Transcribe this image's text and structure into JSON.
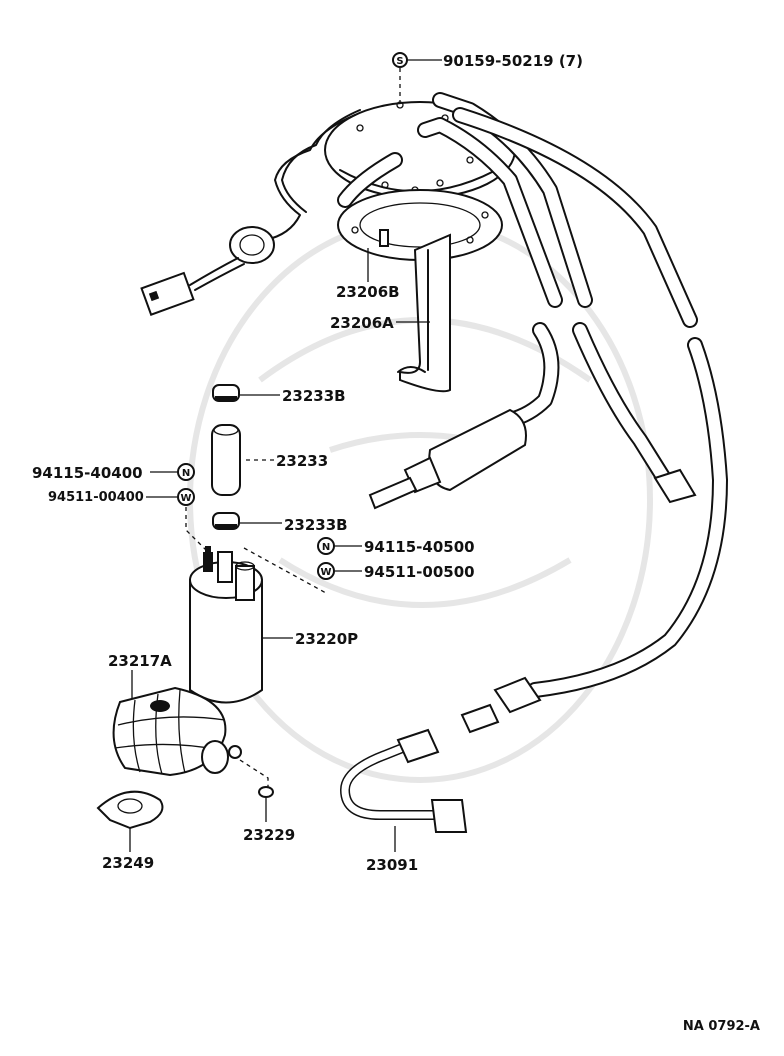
{
  "title": "",
  "catalog_code": "NA 0792-A",
  "callouts": [
    {
      "id": "bolt-90159",
      "text": "90159-50219 (7)",
      "symbol": "S"
    },
    {
      "id": "23206B",
      "text": "23206B"
    },
    {
      "id": "23206A",
      "text": "23206A"
    },
    {
      "id": "23233B-top",
      "text": "23233B"
    },
    {
      "id": "23233",
      "text": "23233"
    },
    {
      "id": "nut-94115-40400",
      "text": "94115-40400",
      "symbol": "N"
    },
    {
      "id": "washer-94511-00400",
      "text": "94511-00400",
      "symbol": "W"
    },
    {
      "id": "23233B-bottom",
      "text": "23233B"
    },
    {
      "id": "nut-94115-40500",
      "text": "94115-40500",
      "symbol": "N"
    },
    {
      "id": "washer-94511-00500",
      "text": "94511-00500",
      "symbol": "W"
    },
    {
      "id": "23220P",
      "text": "23220P"
    },
    {
      "id": "23217A",
      "text": "23217A"
    },
    {
      "id": "23229",
      "text": "23229"
    },
    {
      "id": "23249",
      "text": "23249"
    },
    {
      "id": "23091",
      "text": "23091"
    }
  ],
  "colors": {
    "ink": "#111111",
    "background": "#ffffff",
    "watermark": "#e6e6e6"
  }
}
